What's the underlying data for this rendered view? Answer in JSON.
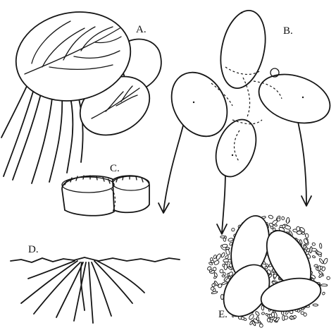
{
  "figure": {
    "labels": {
      "a": "A.",
      "b": "B.",
      "c": "C.",
      "d": "D.",
      "e": "E."
    }
  },
  "colors": {
    "ink": "#151515",
    "paper": "#ffffff"
  }
}
